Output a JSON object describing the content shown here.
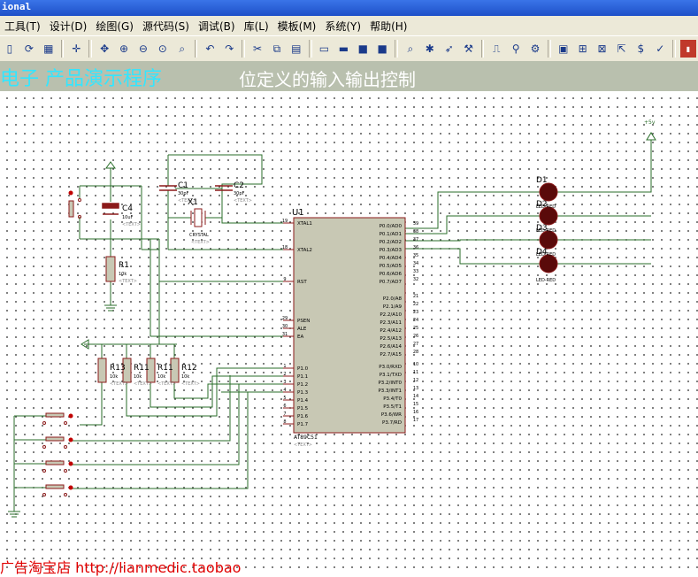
{
  "window": {
    "title": "ional"
  },
  "menu": [
    "工具(T)",
    "设计(D)",
    "绘图(G)",
    "源代码(S)",
    "调试(B)",
    "库(L)",
    "模板(M)",
    "系统(Y)",
    "帮助(H)"
  ],
  "banner": {
    "left_text": "电子  产品演示程序",
    "center_text": "位定义的输入输出控制"
  },
  "schematic": {
    "chip": {
      "ref": "U1",
      "part": "AT89C51",
      "text": "<TEXT>",
      "left_pins": [
        {
          "num": "19",
          "name": "XTAL1"
        },
        {
          "num": "18",
          "name": "XTAL2"
        },
        {
          "num": "9",
          "name": "RST"
        },
        {
          "num": "29",
          "name": "PSEN"
        },
        {
          "num": "30",
          "name": "ALE"
        },
        {
          "num": "31",
          "name": "EA"
        },
        {
          "num": "1",
          "name": "P1.0"
        },
        {
          "num": "2",
          "name": "P1.1"
        },
        {
          "num": "3",
          "name": "P1.2"
        },
        {
          "num": "4",
          "name": "P1.3"
        },
        {
          "num": "5",
          "name": "P1.4"
        },
        {
          "num": "6",
          "name": "P1.5"
        },
        {
          "num": "7",
          "name": "P1.6"
        },
        {
          "num": "8",
          "name": "P1.7"
        }
      ],
      "right_pins": [
        {
          "num": "39",
          "name": "P0.0/AD0"
        },
        {
          "num": "38",
          "name": "P0.1/AD1"
        },
        {
          "num": "37",
          "name": "P0.2/AD2"
        },
        {
          "num": "36",
          "name": "P0.3/AD3"
        },
        {
          "num": "35",
          "name": "P0.4/AD4"
        },
        {
          "num": "34",
          "name": "P0.5/AD5"
        },
        {
          "num": "33",
          "name": "P0.6/AD6"
        },
        {
          "num": "32",
          "name": "P0.7/AD7"
        },
        {
          "num": "21",
          "name": "P2.0/A8"
        },
        {
          "num": "22",
          "name": "P2.1/A9"
        },
        {
          "num": "23",
          "name": "P2.2/A10"
        },
        {
          "num": "24",
          "name": "P2.3/A11"
        },
        {
          "num": "25",
          "name": "P2.4/A12"
        },
        {
          "num": "26",
          "name": "P2.5/A13"
        },
        {
          "num": "27",
          "name": "P2.6/A14"
        },
        {
          "num": "28",
          "name": "P2.7/A15"
        },
        {
          "num": "10",
          "name": "P3.0/RXD"
        },
        {
          "num": "11",
          "name": "P3.1/TXD"
        },
        {
          "num": "12",
          "name": "P3.2/INT0"
        },
        {
          "num": "13",
          "name": "P3.3/INT1"
        },
        {
          "num": "14",
          "name": "P3.4/T0"
        },
        {
          "num": "15",
          "name": "P3.5/T1"
        },
        {
          "num": "16",
          "name": "P3.6/WR"
        },
        {
          "num": "17",
          "name": "P3.7/RD"
        }
      ]
    },
    "crystal": {
      "ref": "X1",
      "value": "CRYSTAL",
      "text": "<TEXT>"
    },
    "c1": {
      "ref": "C1",
      "value": "30pF",
      "text": "<TEXT>"
    },
    "c2": {
      "ref": "C2",
      "value": "30pF",
      "text": "<TEXT>"
    },
    "c4": {
      "ref": "C4",
      "value": "10uF",
      "text": "<TEXT>"
    },
    "r1": {
      "ref": "R1",
      "value": "10k",
      "text": "<TEXT>"
    },
    "resistors": [
      {
        "ref": "R13",
        "value": "10k",
        "text": "<TEXT>"
      },
      {
        "ref": "R11",
        "value": "10k",
        "text": "<TEXT>"
      },
      {
        "ref": "R11",
        "value": "10k",
        "text": "<TEXT>"
      },
      {
        "ref": "R12",
        "value": "10k",
        "text": "<TEXT>"
      }
    ],
    "leds": [
      {
        "ref": "D1",
        "value": "LED-RED"
      },
      {
        "ref": "D2",
        "value": "LED-RED"
      },
      {
        "ref": "D3",
        "value": "LED-RED"
      },
      {
        "ref": "D4",
        "value": "LED-RED"
      }
    ],
    "power_label": "+5v"
  },
  "footer": {
    "text": "广告淘宝店  http://lianmedic.taobao"
  },
  "colors": {
    "wire": "#2a6e2a",
    "component": "#8b1a1a",
    "chip_fill": "#c8c8b4",
    "banner_bg": "#b9c0ae"
  }
}
